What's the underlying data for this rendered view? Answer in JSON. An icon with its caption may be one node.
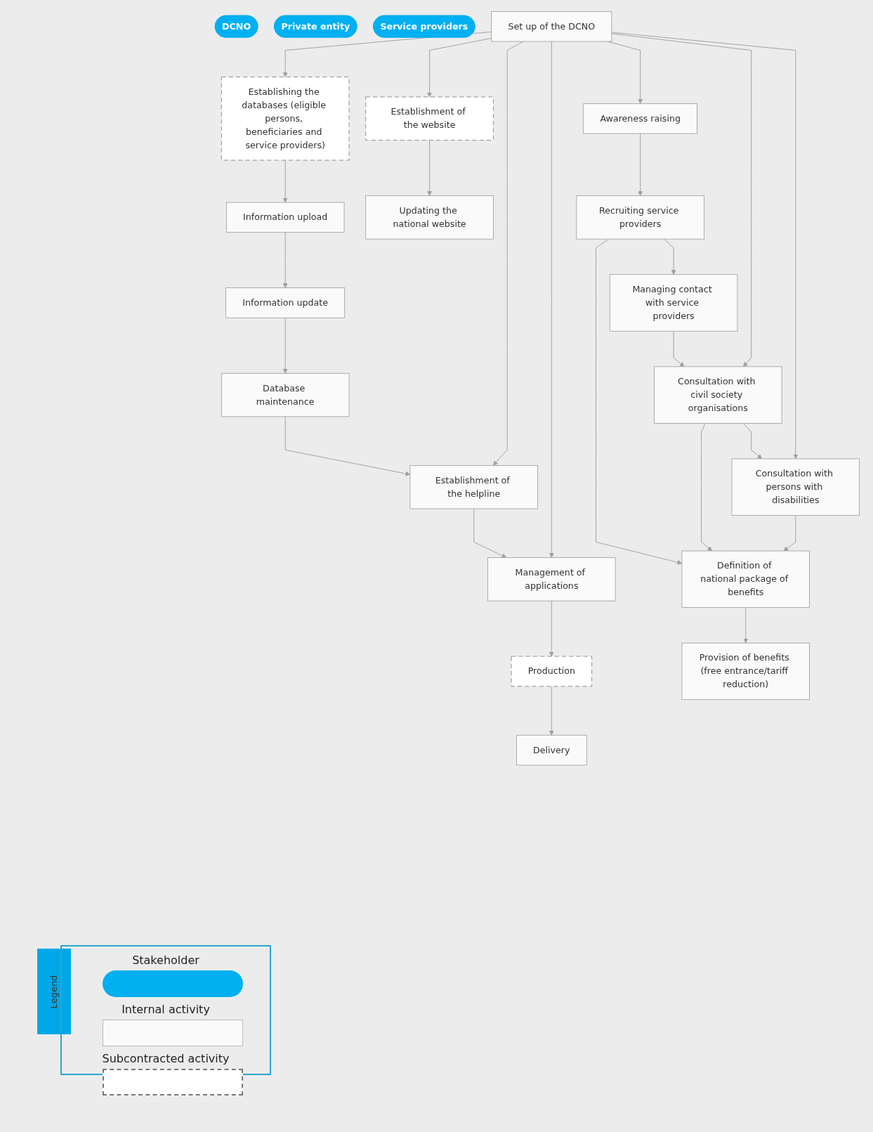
{
  "diagram": {
    "nodes": [
      {
        "text": [
          "DCNO"
        ]
      },
      {
        "text": [
          "Private entity"
        ]
      },
      {
        "text": [
          "Service providers"
        ]
      },
      {
        "text": [
          "Set up of the DCNO"
        ]
      },
      {
        "text": [
          "Awareness raising"
        ]
      },
      {
        "text": [
          "Recruiting service providers"
        ]
      },
      {
        "text": [
          "Managing contact with service providers"
        ]
      },
      {
        "text": [
          "Consultation with civil society organisations"
        ]
      },
      {
        "text": [
          "Consultation with persons with disabilities"
        ]
      },
      {
        "text": [
          "Definition of national package of benefits"
        ]
      },
      {
        "text": [
          "Establishment of the website"
        ]
      },
      {
        "text": [
          "Updating the national website"
        ]
      },
      {
        "text": [
          "Establishing the databases (eligible persons, beneficiaries and service providers)"
        ]
      },
      {
        "text": [
          "Information upload"
        ]
      },
      {
        "text": [
          "Information update"
        ]
      },
      {
        "text": [
          "Database maintenance"
        ]
      },
      {
        "text": [
          "Establishment of the helpline"
        ]
      },
      {
        "text": [
          "Management of applications"
        ]
      },
      {
        "text": [
          "Production"
        ]
      },
      {
        "text": [
          "Delivery"
        ]
      },
      {
        "text": [
          "Provision of benefits (free entrance/tariff reduction)"
        ]
      }
    ],
    "edges": [
      {
        "from": 3,
        "to": 4,
        "arrow": "to"
      },
      {
        "from": 4,
        "to": 5,
        "arrow": "to"
      },
      {
        "from": 5,
        "to": 6,
        "arrow": "to"
      },
      {
        "from": 6,
        "to": 7,
        "arrow": "to"
      },
      {
        "from": 7,
        "to": 8,
        "arrow": "to"
      },
      {
        "from": 3,
        "to": 7,
        "arrow": "to"
      },
      {
        "from": 3,
        "to": 8,
        "arrow": "to"
      },
      {
        "from": 3,
        "to": 10,
        "arrow": "to"
      },
      {
        "from": 3,
        "to": 12,
        "arrow": "to"
      },
      {
        "from": 5,
        "to": 9,
        "arrow": "to"
      },
      {
        "from": 7,
        "to": 9,
        "arrow": "to"
      },
      {
        "from": 8,
        "to": 9,
        "arrow": "to"
      },
      {
        "from": 9,
        "to": 20,
        "arrow": "to"
      },
      {
        "from": 10,
        "to": 11,
        "arrow": "to"
      },
      {
        "from": 12,
        "to": 13,
        "arrow": "to"
      },
      {
        "from": 13,
        "to": 14,
        "arrow": "to"
      },
      {
        "from": 14,
        "to": 15,
        "arrow": "to"
      },
      {
        "from": 15,
        "to": 16,
        "arrow": "to"
      },
      {
        "from": 3,
        "to": 16,
        "arrow": "to"
      },
      {
        "from": 16,
        "to": 17,
        "arrow": "to"
      },
      {
        "from": 3,
        "to": 17,
        "arrow": "to"
      },
      {
        "from": 17,
        "to": 18,
        "arrow": "to"
      },
      {
        "from": 18,
        "to": 19,
        "arrow": "to"
      }
    ],
    "labels": [
      "Legend"
    ],
    "legend": [
      {
        "text": "Stakeholder",
        "color": "#00b0f0"
      },
      {
        "text": "Internal activity"
      },
      {
        "text": "Subcontracted activity"
      }
    ]
  }
}
